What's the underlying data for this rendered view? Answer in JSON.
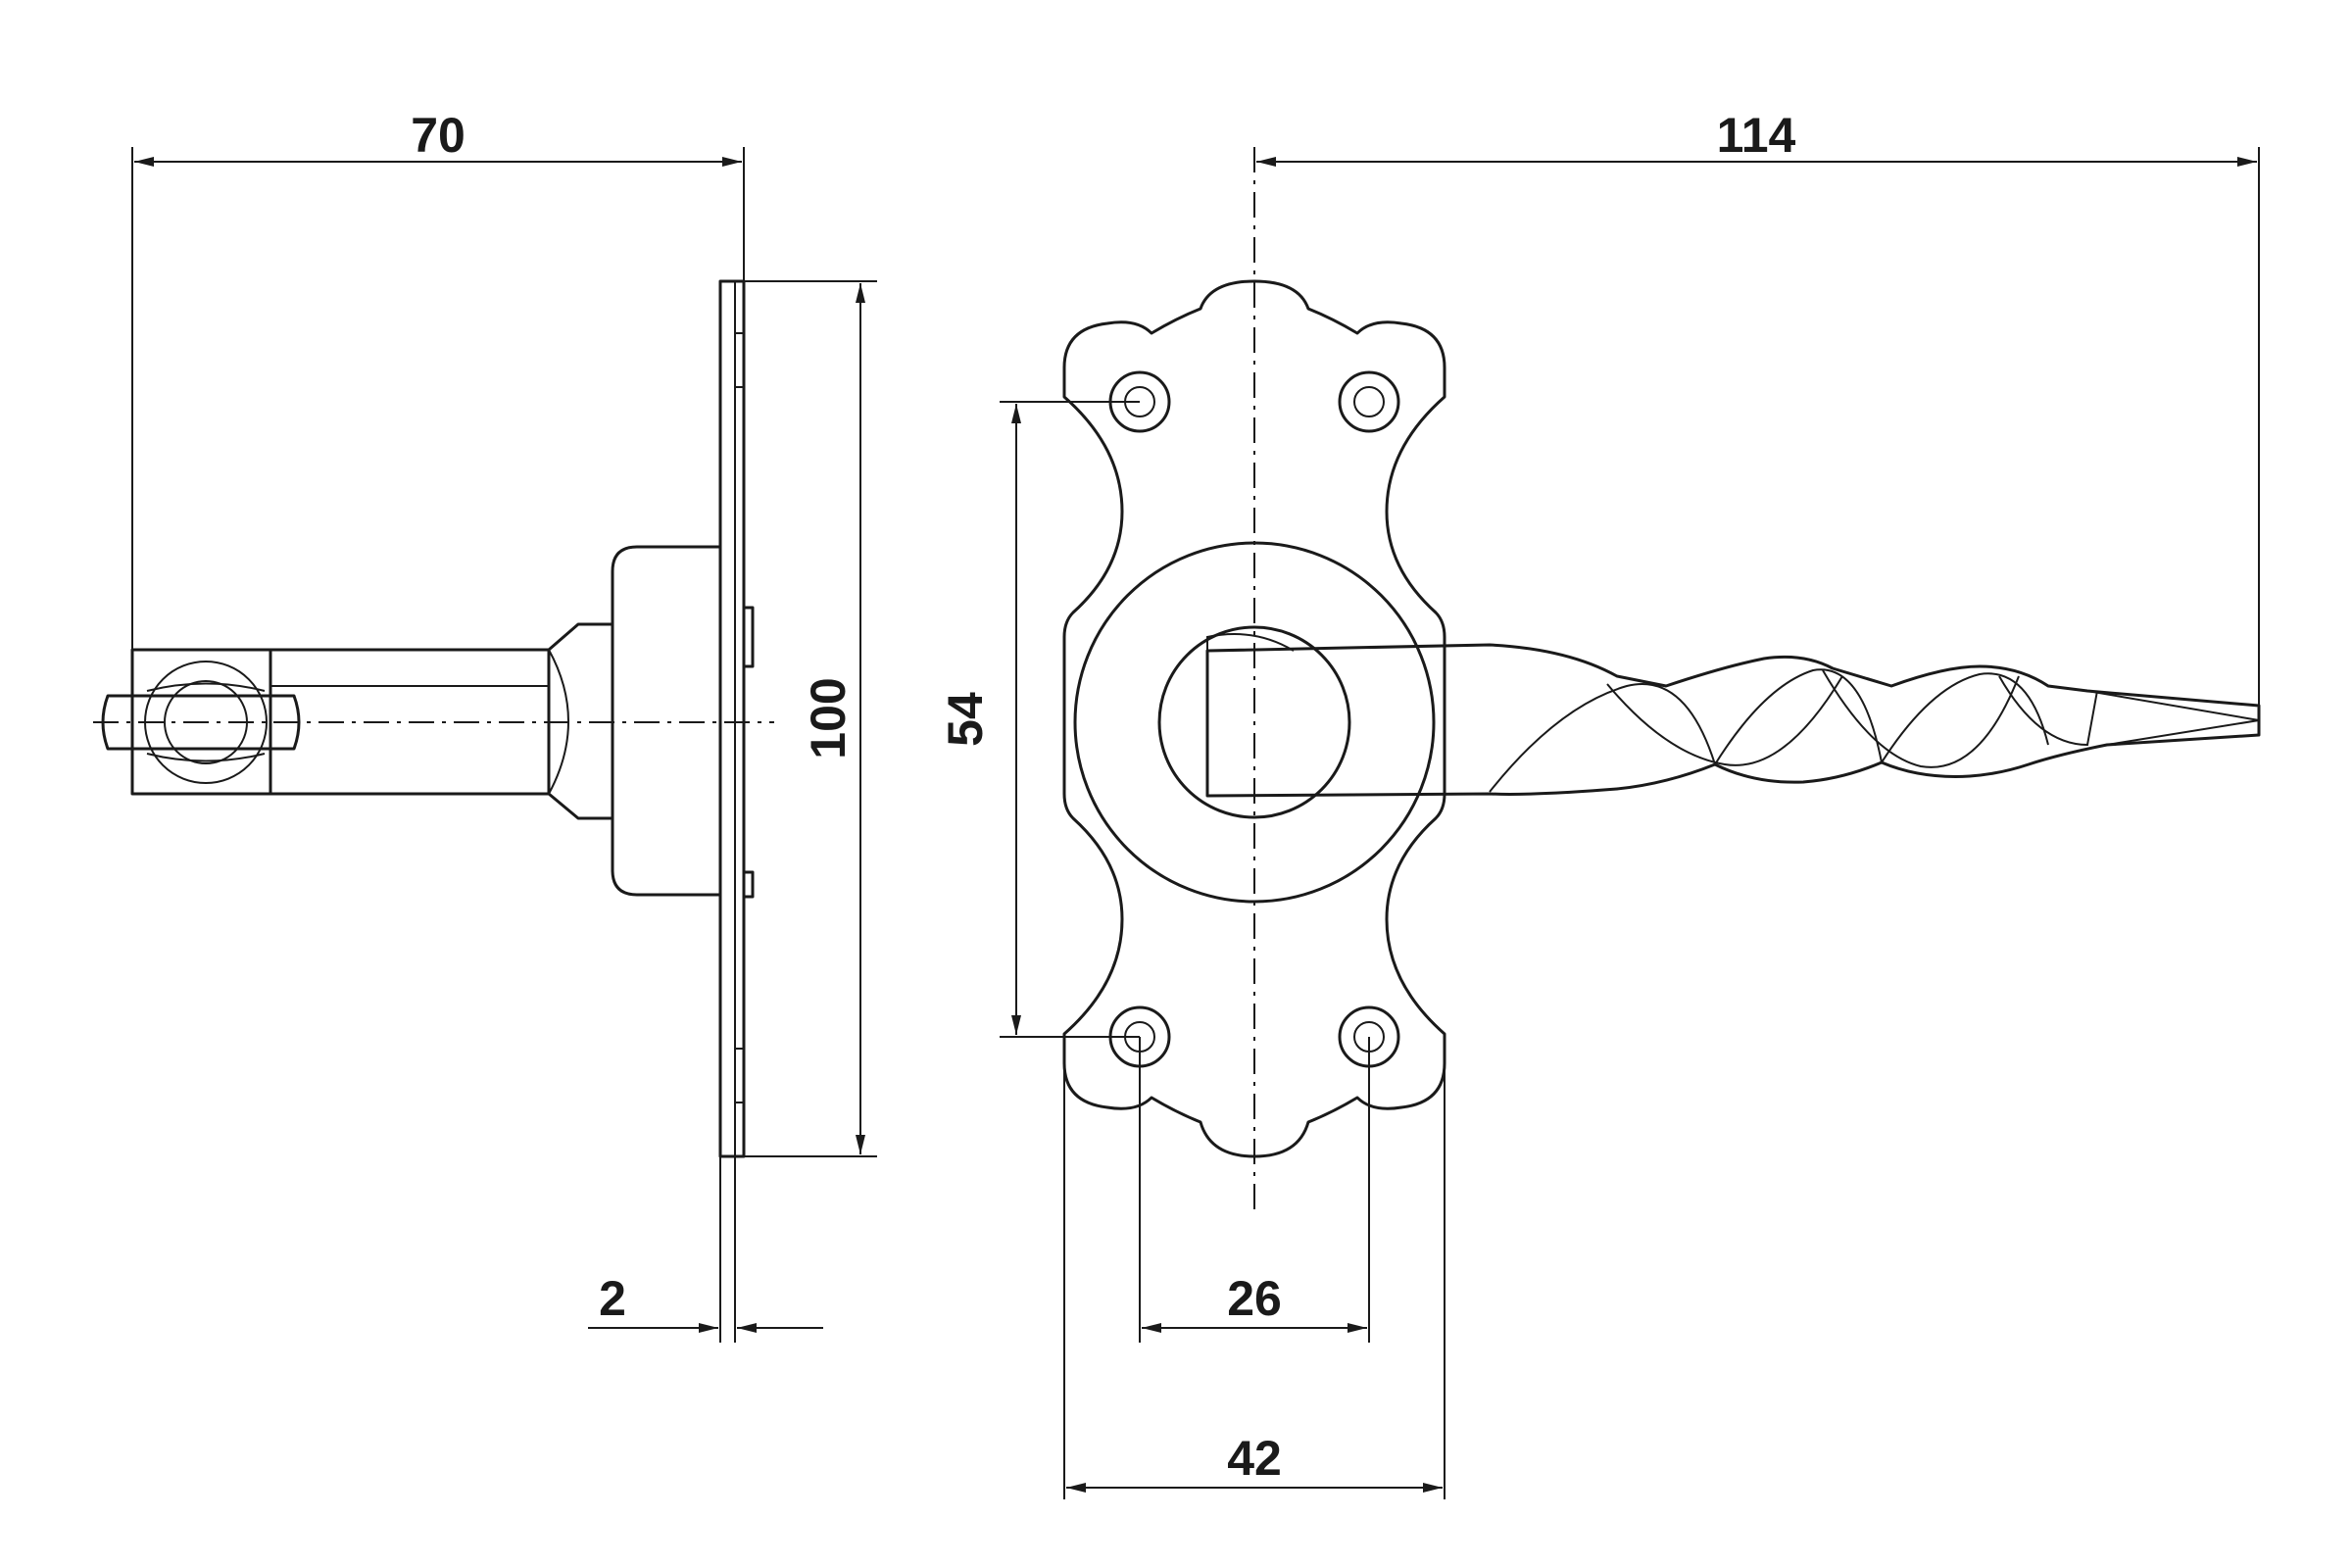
{
  "dimensions": {
    "side_length": "70",
    "plate_height": "100",
    "plate_thickness": "2",
    "handle_length": "114",
    "hole_vertical_spacing": "54",
    "hole_horizontal_spacing": "26",
    "plate_width": "42"
  },
  "colors": {
    "line": "#1a1a1a",
    "background": "#ffffff"
  }
}
